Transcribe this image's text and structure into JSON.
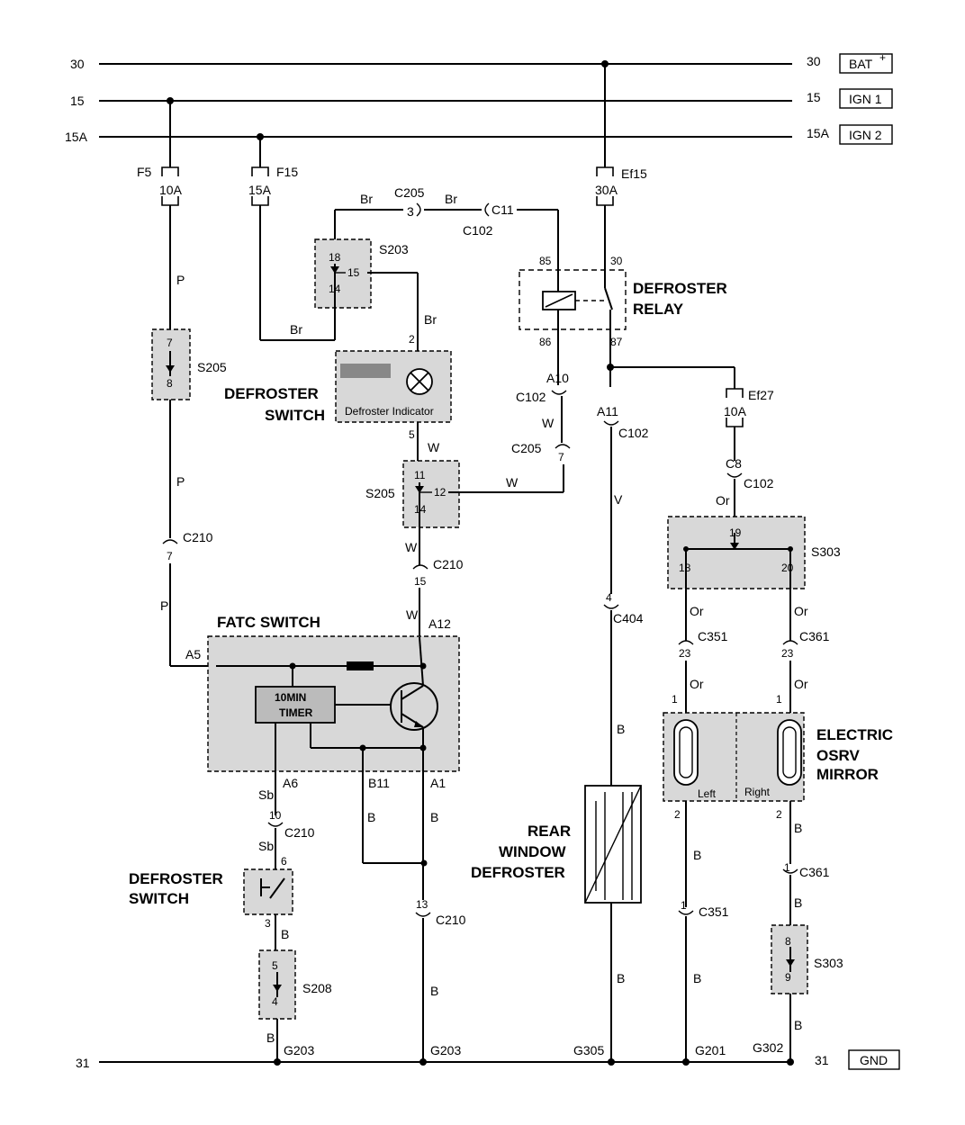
{
  "rails": {
    "r30": {
      "left": "30",
      "right": "30",
      "tag": "BAT",
      "tag_sup": "+"
    },
    "r15": {
      "left": "15",
      "right": "15",
      "tag": "IGN 1"
    },
    "r15a": {
      "left": "15A",
      "right": "15A",
      "tag": "IGN 2"
    },
    "r31": {
      "left": "31",
      "right": "31",
      "tag": "GND"
    }
  },
  "fuses": {
    "f5": {
      "name": "F5",
      "rating": "10A"
    },
    "f15": {
      "name": "F15",
      "rating": "15A"
    },
    "ef15": {
      "name": "Ef15",
      "rating": "30A"
    },
    "ef27": {
      "name": "Ef27",
      "rating": "10A"
    }
  },
  "wires": {
    "P": "P",
    "Br": "Br",
    "W": "W",
    "V": "V",
    "Or": "Or",
    "B": "B",
    "Sb": "Sb"
  },
  "connectors": {
    "c205": "C205",
    "c102": "C102",
    "c210": "C210",
    "c404": "C404",
    "c351": "C351",
    "c361": "C361",
    "c11": "C11",
    "a10": "A10",
    "a11": "A11",
    "c8": "C8",
    "a12": "A12",
    "a5": "A5",
    "a6": "A6",
    "b11": "B11",
    "a1": "A1"
  },
  "splices": {
    "s203": "S203",
    "s205": "S205",
    "s208": "S208",
    "s303": "S303"
  },
  "pins": {
    "p3": "3",
    "p18": "18",
    "p15": "15",
    "p14": "14",
    "p2": "2",
    "p5": "5",
    "p7": "7",
    "p8": "8",
    "p11": "11",
    "p12": "12",
    "p13": "13",
    "p10": "10",
    "p6": "6",
    "p4": "4",
    "p19": "19",
    "p20": "20",
    "p23": "23",
    "p1": "1",
    "p9": "9",
    "p85": "85",
    "p86": "86",
    "p30": "30",
    "p87": "87"
  },
  "components": {
    "defroster_relay": [
      "DEFROSTER",
      "RELAY"
    ],
    "defroster_switch_top": [
      "DEFROSTER",
      "SWITCH"
    ],
    "defroster_switch_bottom": [
      "DEFROSTER",
      "SWITCH"
    ],
    "fatc_switch": "FATC SWITCH",
    "timer": [
      "10MIN",
      "TIMER"
    ],
    "defroster_indicator": "Defroster Indicator",
    "rear_window_defroster": [
      "REAR",
      "WINDOW",
      "DEFROSTER"
    ],
    "electric_osrv_mirror": [
      "ELECTRIC",
      "OSRV",
      "MIRROR"
    ],
    "mirror_left": "Left",
    "mirror_right": "Right"
  },
  "grounds": {
    "g203a": "G203",
    "g203b": "G203",
    "g305": "G305",
    "g201": "G201",
    "g302": "G302"
  }
}
